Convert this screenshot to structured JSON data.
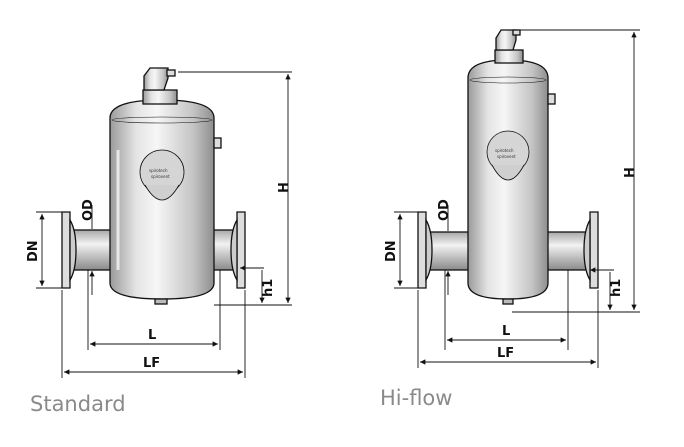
{
  "variants": [
    {
      "caption": "Standard",
      "dims": {
        "H": "H",
        "h1": "h1",
        "L": "L",
        "LF": "LF",
        "DN": "DN",
        "OD": "OD"
      }
    },
    {
      "caption": "Hi-flow",
      "dims": {
        "H": "H",
        "h1": "h1",
        "L": "L",
        "LF": "LF",
        "DN": "DN",
        "OD": "OD"
      }
    }
  ],
  "logo_text": [
    "spirotech",
    "spirovent"
  ]
}
